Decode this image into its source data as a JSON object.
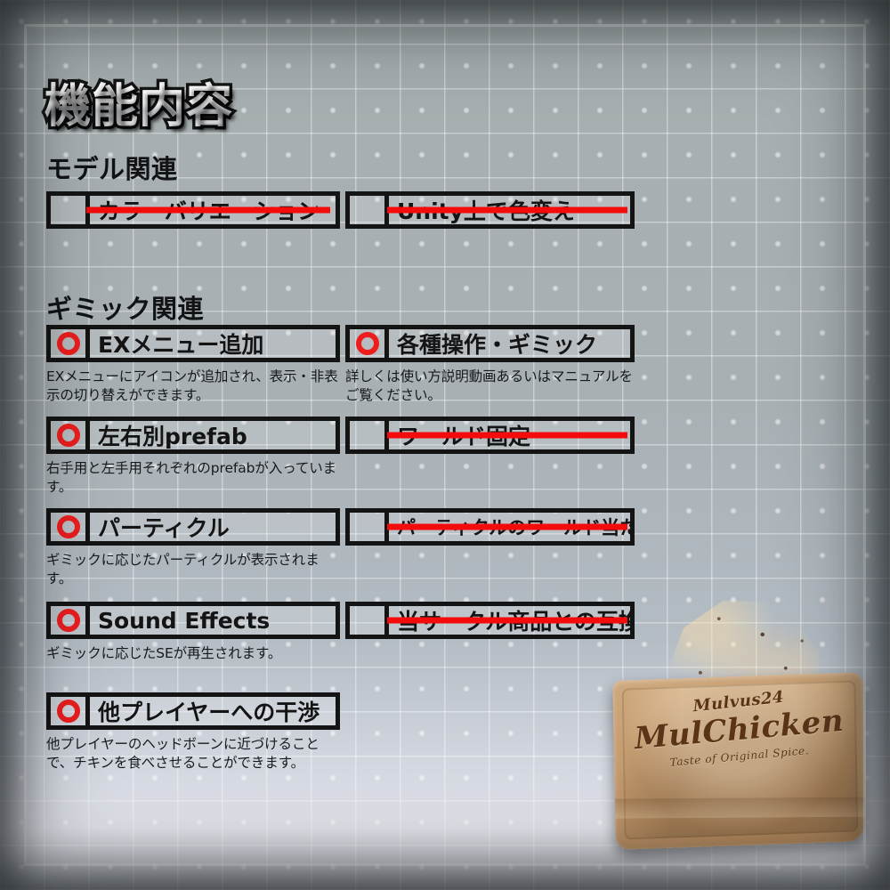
{
  "page": {
    "title": "機能内容",
    "background_color": "#a8b0b4",
    "accent_color": "#ee1d1d",
    "ink_color": "#141414"
  },
  "sections": [
    {
      "id": "model",
      "heading": "モデル関連",
      "features": [
        {
          "id": "color-variation",
          "label": "カラーバリエーション",
          "checked": false,
          "struck": true,
          "desc": ""
        },
        {
          "id": "unity-recolor",
          "label": "Unity上で色変え",
          "checked": false,
          "struck": true,
          "desc": ""
        }
      ]
    },
    {
      "id": "gimmick",
      "heading": "ギミック関連",
      "features": [
        {
          "id": "ex-menu",
          "label": "EXメニュー追加",
          "checked": true,
          "struck": false,
          "desc": "EXメニューにアイコンが追加され、表示・非表示の切り替えができます。"
        },
        {
          "id": "various-ops",
          "label": "各種操作・ギミック",
          "checked": true,
          "struck": false,
          "desc": "詳しくは使い方説明動画あるいはマニュアルをご覧ください。"
        },
        {
          "id": "lr-prefab",
          "label": "左右別prefab",
          "checked": true,
          "struck": false,
          "desc": "右手用と左手用それぞれのprefabが入っています。"
        },
        {
          "id": "world-fixed",
          "label": "ワールド固定",
          "checked": false,
          "struck": true,
          "desc": ""
        },
        {
          "id": "particle",
          "label": "パーティクル",
          "checked": true,
          "struck": false,
          "desc": "ギミックに応じたパーティクルが表示されます。"
        },
        {
          "id": "particle-world-collision",
          "label": "パーティクルのワールド当たり判定",
          "checked": false,
          "struck": true,
          "desc": ""
        },
        {
          "id": "sound-effects",
          "label": "Sound Effects",
          "checked": true,
          "struck": false,
          "desc": "ギミックに応じたSEが再生されます。"
        },
        {
          "id": "circle-compat",
          "label": "当サークル商品との互換性",
          "checked": false,
          "struck": true,
          "desc": ""
        },
        {
          "id": "other-player",
          "label": "他プレイヤーへの干渉",
          "checked": true,
          "struck": false,
          "desc": "他プレイヤーのヘッドボーンに近づけることで、チキンを食べさせることができます。"
        }
      ]
    }
  ],
  "artwork": {
    "name": "fried-chicken-in-paper-bag",
    "bag_brand": "Mulvus24",
    "bag_name": "MulChicken",
    "bag_tagline": "Taste of Original Spice."
  }
}
